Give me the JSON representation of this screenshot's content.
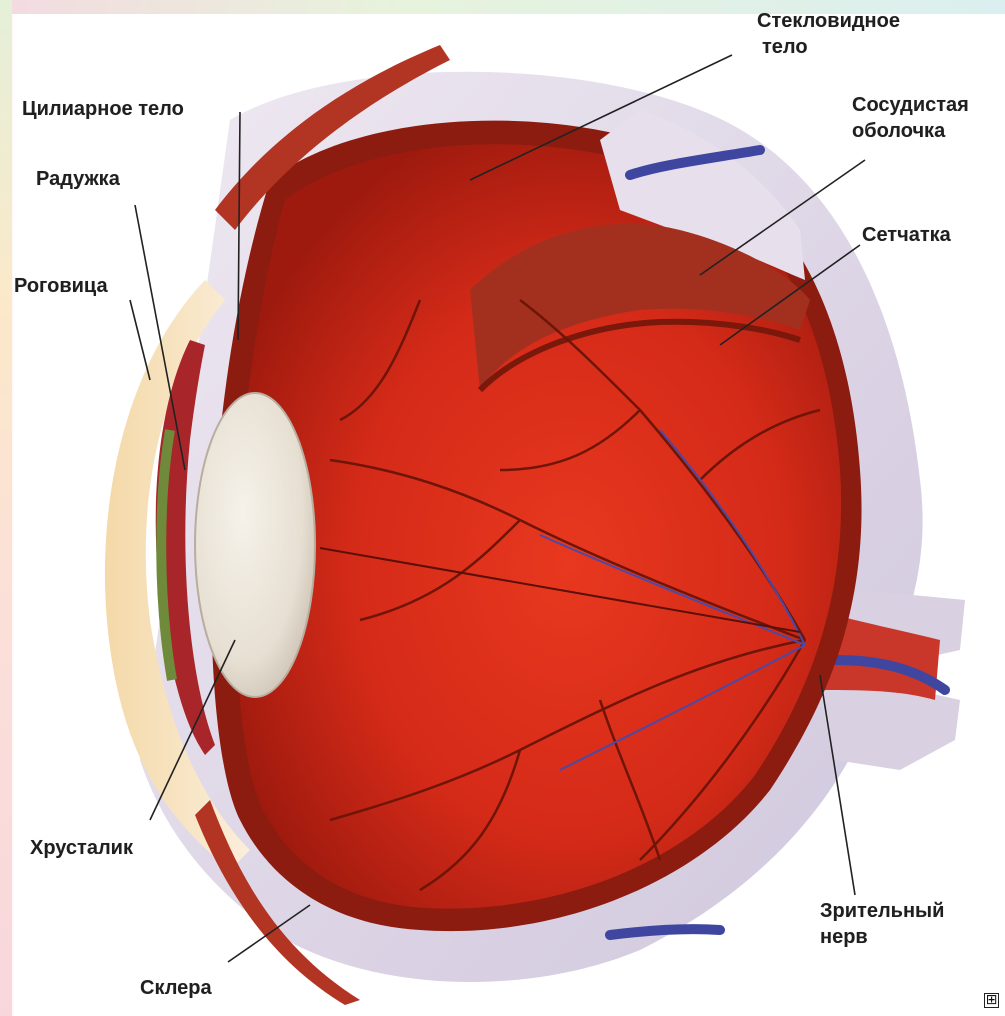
{
  "labels": {
    "vitreous": [
      "Стекловидное",
      "тело"
    ],
    "choroid": [
      "Сосудистая",
      "оболочка"
    ],
    "retina": "Сетчатка",
    "ciliary_body": "Цилиарное тело",
    "iris": "Радужка",
    "cornea": "Роговица",
    "lens": "Хрусталик",
    "sclera": "Склера",
    "optic_nerve": [
      "Зрительный",
      "нерв"
    ]
  },
  "colors": {
    "vitreous_red": "#d0281a",
    "sclera_lilac": "#dcd4e6",
    "vessel_dark": "#6e1508",
    "vein_blue": "#4a4aa6",
    "lens_white": "#ece6dc"
  },
  "controls": {
    "expand_icon": "⊞"
  }
}
